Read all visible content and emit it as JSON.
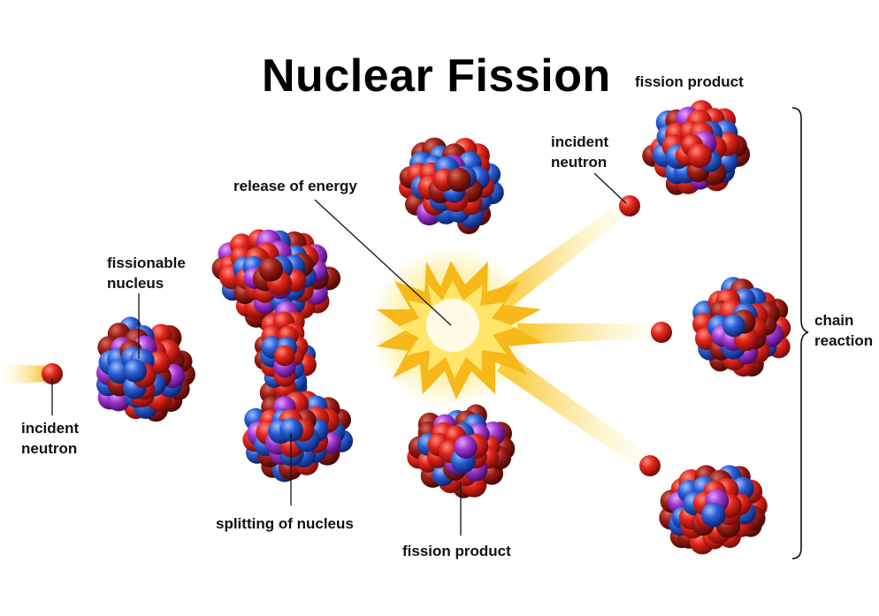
{
  "title": "Nuclear Fission",
  "labels": {
    "incident_neutron_left_1": "incident",
    "incident_neutron_left_2": "neutron",
    "fissionable_1": "fissionable",
    "fissionable_2": "nucleus",
    "splitting": "splitting of nucleus",
    "release_energy": "release of energy",
    "fission_product_bottom": "fission product",
    "fission_product_top": "fission product",
    "incident_neutron_right_1": "incident",
    "incident_neutron_right_2": "neutron",
    "chain_1": "chain",
    "chain_2": "reaction"
  },
  "colors": {
    "proton": "#d62b22",
    "neutron": "#2a55c9",
    "purple": "#9a2fc4",
    "darkred": "#8e1a14",
    "flash": "#f6c21b",
    "beam": "#f8d648"
  }
}
